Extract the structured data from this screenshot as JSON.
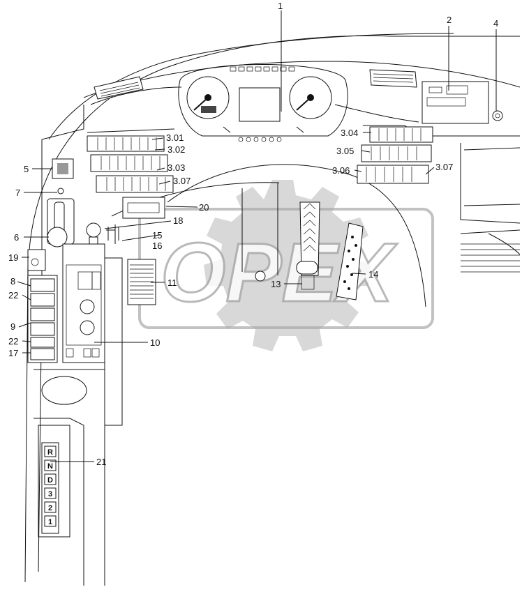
{
  "callouts": [
    {
      "id": "c1",
      "text": "1"
    },
    {
      "id": "c2",
      "text": "2"
    },
    {
      "id": "c4",
      "text": "4"
    },
    {
      "id": "c301",
      "text": "3.01"
    },
    {
      "id": "c302",
      "text": "3.02"
    },
    {
      "id": "c303",
      "text": "3.03"
    },
    {
      "id": "c307a",
      "text": "3.07"
    },
    {
      "id": "c304",
      "text": "3.04"
    },
    {
      "id": "c305",
      "text": "3.05"
    },
    {
      "id": "c306",
      "text": "3.06"
    },
    {
      "id": "c307b",
      "text": "3.07"
    },
    {
      "id": "c5",
      "text": "5"
    },
    {
      "id": "c7",
      "text": "7"
    },
    {
      "id": "c6",
      "text": "6"
    },
    {
      "id": "c20",
      "text": "20"
    },
    {
      "id": "c18",
      "text": "18"
    },
    {
      "id": "c15",
      "text": "15"
    },
    {
      "id": "c16",
      "text": "16"
    },
    {
      "id": "c19",
      "text": "19"
    },
    {
      "id": "c8",
      "text": "8"
    },
    {
      "id": "c22a",
      "text": "22"
    },
    {
      "id": "c11",
      "text": "11"
    },
    {
      "id": "c9",
      "text": "9"
    },
    {
      "id": "c10",
      "text": "10"
    },
    {
      "id": "c22b",
      "text": "22"
    },
    {
      "id": "c17",
      "text": "17"
    },
    {
      "id": "c13",
      "text": "13"
    },
    {
      "id": "c14",
      "text": "14"
    },
    {
      "id": "c21",
      "text": "21"
    }
  ],
  "gear_selector": [
    "R",
    "N",
    "D",
    "3",
    "2",
    "1"
  ],
  "watermark": "OPEX",
  "colors": {
    "line": "#111111",
    "watermark": "#b8b8b8"
  }
}
